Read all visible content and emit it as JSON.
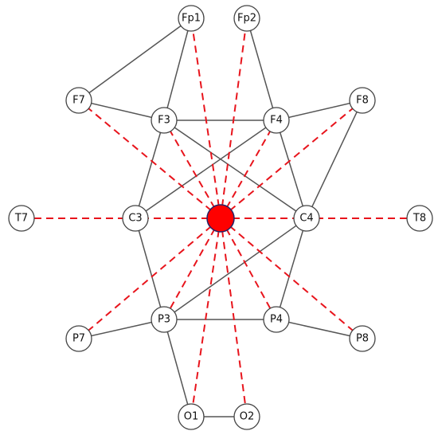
{
  "nodes": [
    {
      "id": "Fp1",
      "label": "Fp1"
    },
    {
      "id": "Fp2",
      "label": "Fp2"
    },
    {
      "id": "F7",
      "label": "F7"
    },
    {
      "id": "F3",
      "label": "F3"
    },
    {
      "id": "F4",
      "label": "F4"
    },
    {
      "id": "F8",
      "label": "F8"
    },
    {
      "id": "T7",
      "label": "T7"
    },
    {
      "id": "C3",
      "label": "C3"
    },
    {
      "id": "C4",
      "label": "C4"
    },
    {
      "id": "T8",
      "label": "T8"
    },
    {
      "id": "P7",
      "label": "P7"
    },
    {
      "id": "P3",
      "label": "P3"
    },
    {
      "id": "P4",
      "label": "P4"
    },
    {
      "id": "P8",
      "label": "P8"
    },
    {
      "id": "O1",
      "label": "O1"
    },
    {
      "id": "O2",
      "label": "O2"
    }
  ],
  "hub": {
    "id": "center",
    "color": "#ff0000"
  },
  "edges": [
    [
      "Fp1",
      "F7"
    ],
    [
      "Fp1",
      "F3"
    ],
    [
      "Fp2",
      "F4"
    ],
    [
      "F7",
      "F3"
    ],
    [
      "F3",
      "F4"
    ],
    [
      "F4",
      "F8"
    ],
    [
      "F3",
      "C3"
    ],
    [
      "F3",
      "C4"
    ],
    [
      "F4",
      "C3"
    ],
    [
      "F4",
      "C4"
    ],
    [
      "F8",
      "C4"
    ],
    [
      "C3",
      "P3"
    ],
    [
      "C4",
      "P3"
    ],
    [
      "C4",
      "P4"
    ],
    [
      "P7",
      "P3"
    ],
    [
      "P3",
      "P4"
    ],
    [
      "P4",
      "P8"
    ],
    [
      "P3",
      "O1"
    ],
    [
      "O1",
      "O2"
    ]
  ],
  "spokes": [
    "Fp1",
    "Fp2",
    "F7",
    "F3",
    "F4",
    "F8",
    "T7",
    "C3",
    "C4",
    "T8",
    "P7",
    "P3",
    "P4",
    "P8",
    "O1",
    "O2"
  ],
  "colors": {
    "edge": "#555555",
    "spoke": "#e8141c",
    "node_stroke": "#444444",
    "hub": "#ff0000"
  }
}
